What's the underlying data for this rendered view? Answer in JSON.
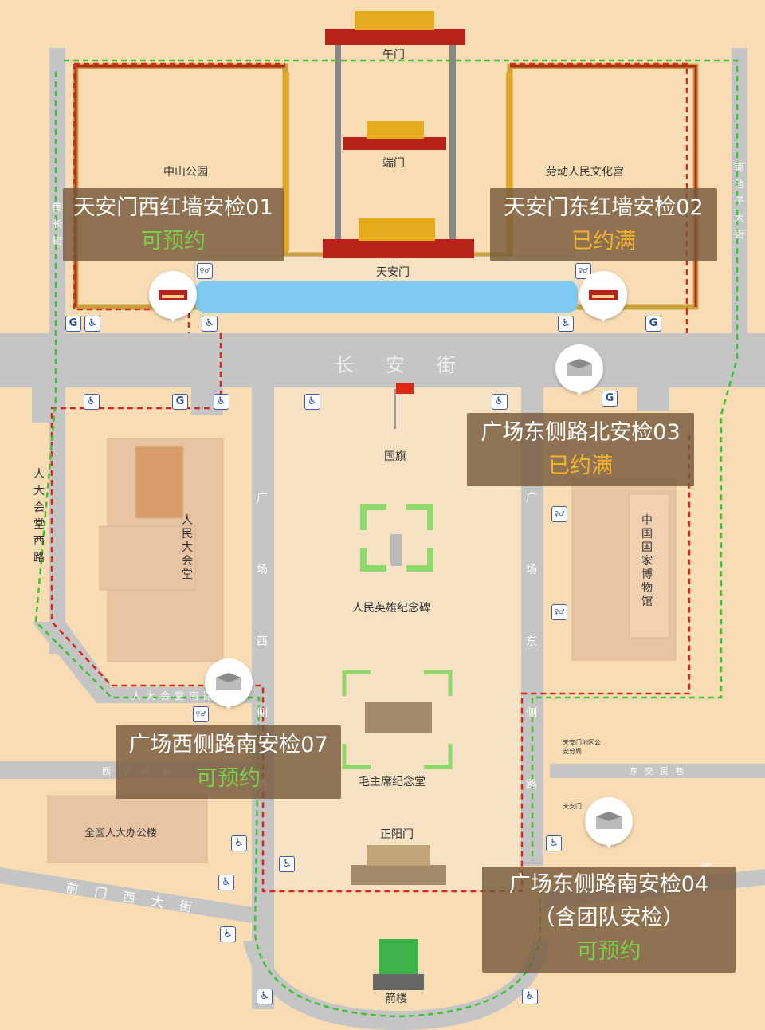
{
  "colors": {
    "ground": "#f8dcb4",
    "road": "#c5c5c5",
    "red_route": "#d9271c",
    "green_route": "#3dc431",
    "card_bg": "#765a3c",
    "available": "#7bd14a",
    "full": "#f5b42c"
  },
  "landmarks": {
    "wumen": "午门",
    "duanmen": "端门",
    "tiananmen": "天安门",
    "zhongshan_park": "中山公园",
    "workers_palace": "劳动人民文化宫",
    "flag": "国旗",
    "monument": "人民英雄纪念碑",
    "mausoleum": "毛主席纪念堂",
    "zhengyangmen": "正阳门",
    "jianlou": "箭楼",
    "great_hall": "人民大会堂",
    "museum": "中国国家博物馆",
    "npc_office": "全国人大办公楼",
    "police_station": "天安门地区公安分局",
    "police_station_2": "天安门"
  },
  "roads": {
    "changan": "长安街",
    "nanchang": "南长街",
    "nanchizi": "南池子大街",
    "dahuitang_west": "人大会堂西路",
    "square_west": "广场西侧路",
    "square_east": "广场东侧路",
    "dahuitang_south": "人大会堂南路",
    "xijiaominxiang": "西交民巷",
    "dongjiaominxiang": "东交民巷",
    "qianmen_west": "前门西大街",
    "qianmen_east": "街"
  },
  "checkpoints": [
    {
      "name": "天安门西红墙安检01",
      "status": "可预约",
      "state": "available",
      "icon": "gate-icon"
    },
    {
      "name": "天安门东红墙安检02",
      "status": "已约满",
      "state": "full",
      "icon": "gate-icon"
    },
    {
      "name": "广场东侧路北安检03",
      "status": "已约满",
      "state": "full",
      "icon": "building-icon"
    },
    {
      "name": "广场西侧路南安检07",
      "status": "可预约",
      "state": "available",
      "icon": "building-icon"
    },
    {
      "name": "广场东侧路南安检04",
      "subtitle": "（含团队安检）",
      "status": "可预约",
      "state": "available",
      "icon": "building-icon"
    }
  ],
  "icons": [
    "subway-icon",
    "accessible-icon",
    "toilet-icon"
  ],
  "glyphs": {
    "subway": "G",
    "accessible": "♿",
    "toilet": "♀♂"
  }
}
